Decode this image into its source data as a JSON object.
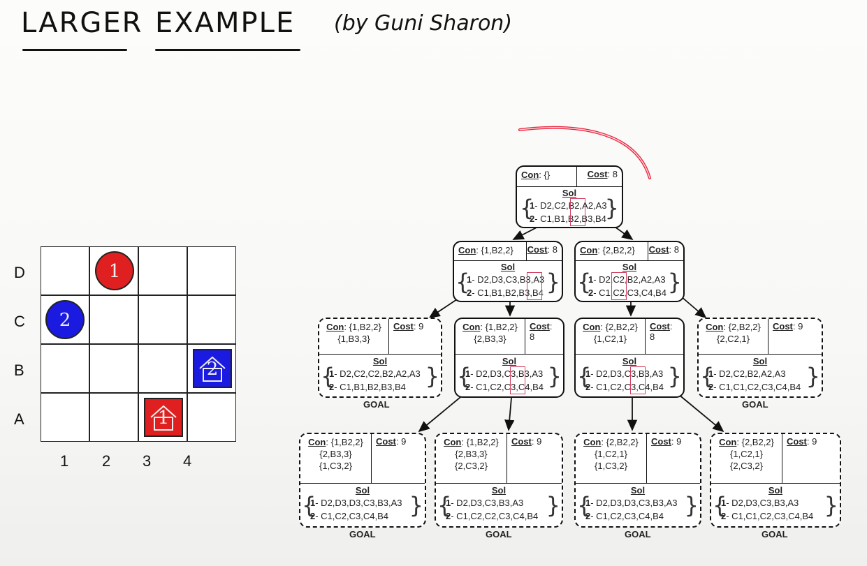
{
  "title": {
    "word1": "LARGER",
    "word2": "EXAMPLE",
    "credit": "(by Guni Sharon)"
  },
  "grid": {
    "rows": [
      "D",
      "C",
      "B",
      "A"
    ],
    "cols": [
      "1",
      "2",
      "3",
      "4"
    ],
    "agents": [
      {
        "label": "1",
        "color": "#e02020",
        "cell": "D2"
      },
      {
        "label": "2",
        "color": "#1a1ae0",
        "cell": "C1"
      }
    ],
    "goals": [
      {
        "label": "1",
        "color": "#e02020",
        "cell": "A3"
      },
      {
        "label": "2",
        "color": "#1a1ae0",
        "cell": "B4"
      }
    ]
  },
  "labels": {
    "con": "Con",
    "cost": "Cost",
    "sol": "Sol",
    "goal": "GOAL"
  },
  "tree": {
    "root": {
      "con": "{}",
      "cost": "8",
      "p1": "1",
      "s1": "- D2,C2,B2,A2,A3",
      "p2": "2",
      "s2": "- C1,B1,B2,B3,B4"
    },
    "l1a": {
      "con": "{1,B2,2}",
      "cost": "8",
      "p1": "1",
      "s1": "- D2,D3,C3,B3,A3",
      "p2": "2",
      "s2": "- C1,B1,B2,B3,B4"
    },
    "l1b": {
      "con": "{2,B2,2}",
      "cost": "8",
      "p1": "1",
      "s1": "- D2,C2,B2,A2,A3",
      "p2": "2",
      "s2": "- C1,C2,C3,C4,B4"
    },
    "l2a": {
      "con1": "{1,B2,2}",
      "con2": "{1,B3,3}",
      "cost": "9",
      "p1": "1",
      "s1": "- D2,C2,C2,B2,A2,A3",
      "p2": "2",
      "s2": "- C1,B1,B2,B3,B4",
      "goal": true
    },
    "l2b": {
      "con1": "{1,B2,2}",
      "con2": "{2,B3,3}",
      "cost": "8",
      "p1": "1",
      "s1": "- D2,D3,C3,B3,A3",
      "p2": "2",
      "s2": "- C1,C2,C3,C4,B4"
    },
    "l2c": {
      "con1": "{2,B2,2}",
      "con2": "{1,C2,1}",
      "cost": "8",
      "p1": "1",
      "s1": "- D2,D3,C3,B3,A3",
      "p2": "2",
      "s2": "- C1,C2,C3,C4,B4"
    },
    "l2d": {
      "con1": "{2,B2,2}",
      "con2": "{2,C2,1}",
      "cost": "9",
      "p1": "1",
      "s1": "- D2,C2,B2,A2,A3",
      "p2": "2",
      "s2": "- C1,C1,C2,C3,C4,B4",
      "goal": true
    },
    "l3a": {
      "con1": "{1,B2,2}",
      "con2": "{2,B3,3}",
      "con3": "{1,C3,2}",
      "cost": "9",
      "p1": "1",
      "s1": "- D2,D3,D3,C3,B3,A3",
      "p2": "2",
      "s2": "- C1,C2,C3,C4,B4",
      "goal": true
    },
    "l3b": {
      "con1": "{1,B2,2}",
      "con2": "{2,B3,3}",
      "con3": "{2,C3,2}",
      "cost": "9",
      "p1": "1",
      "s1": "- D2,D3,C3,B3,A3",
      "p2": "2",
      "s2": "- C1,C2,C2,C3,C4,B4",
      "goal": true
    },
    "l3c": {
      "con1": "{2,B2,2}",
      "con2": "{1,C2,1}",
      "con3": "{1,C3,2}",
      "cost": "9",
      "p1": "1",
      "s1": "- D2,D3,D3,C3,B3,A3",
      "p2": "2",
      "s2": "- C1,C2,C3,C4,B4",
      "goal": true
    },
    "l3d": {
      "con1": "{2,B2,2}",
      "con2": "{1,C2,1}",
      "con3": "{2,C3,2}",
      "cost": "9",
      "p1": "1",
      "s1": "- D2,D3,C3,B3,A3",
      "p2": "2",
      "s2": "- C1,C1,C2,C3,C4,B4",
      "goal": true
    }
  },
  "colors": {
    "agent1": "#e02020",
    "agent2": "#1a1ae0",
    "highlight": "#d04060",
    "annotation": "#e8203a"
  }
}
